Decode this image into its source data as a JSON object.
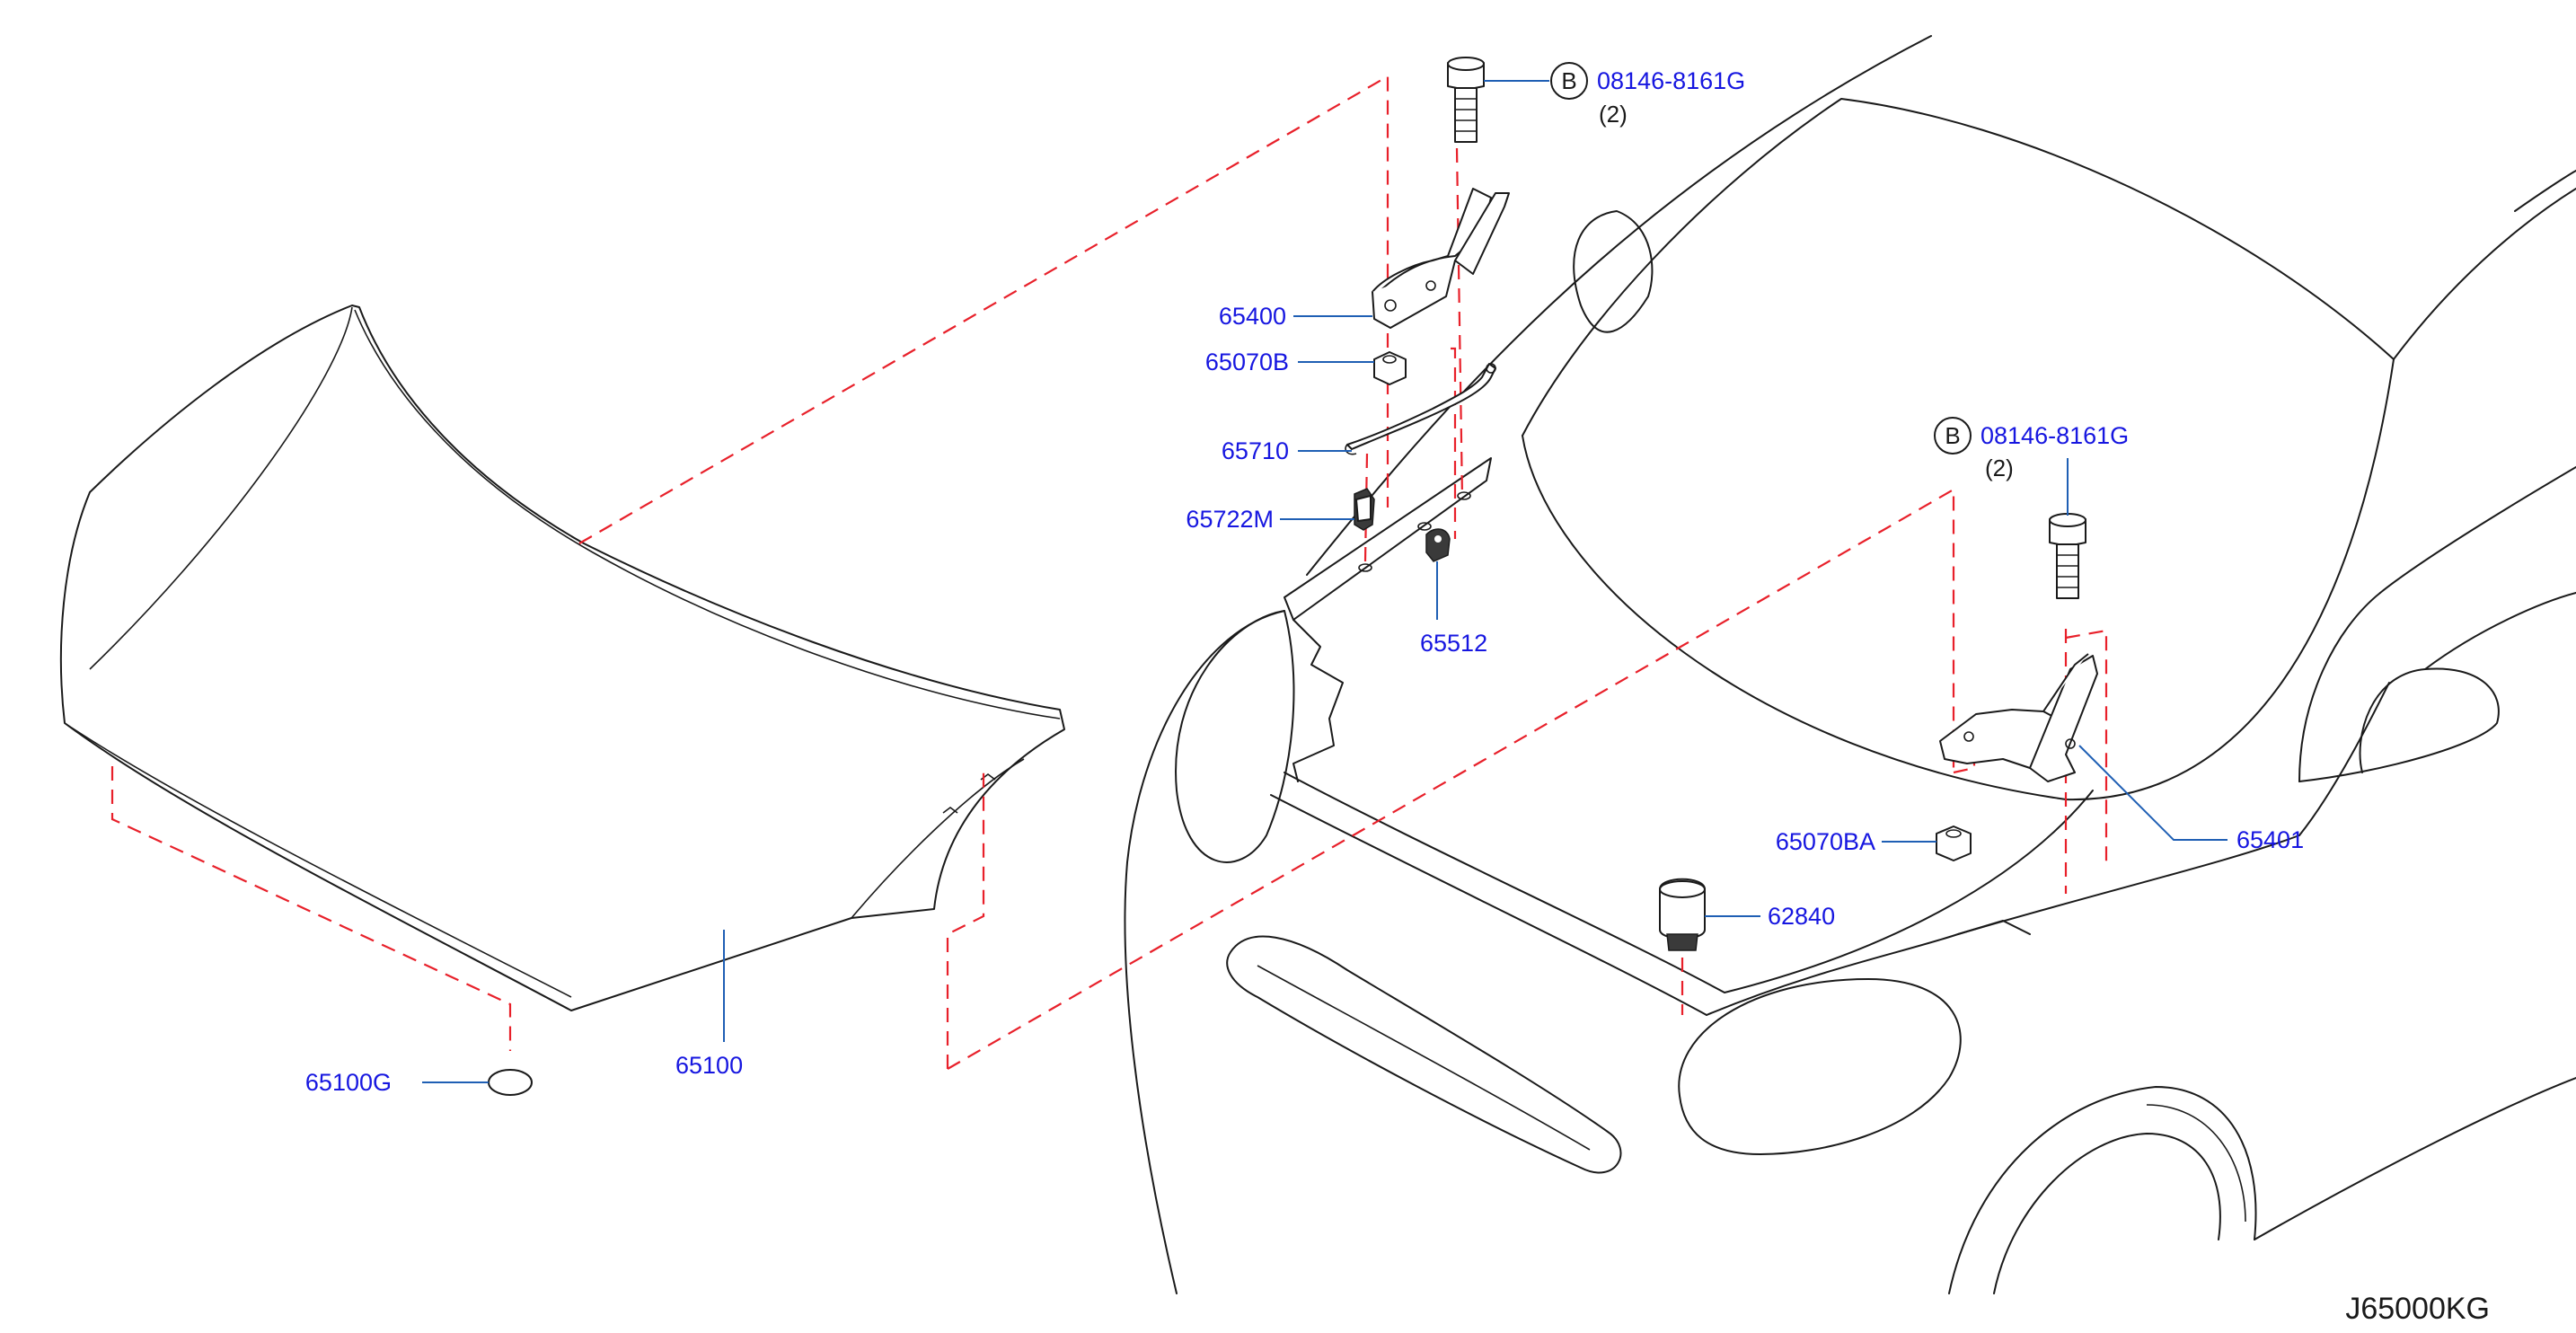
{
  "diagram_code": "J65000KG",
  "bolt_badge": "B",
  "callouts": [
    {
      "id": "bolt_top",
      "part_no": "08146-8161G",
      "qty": "(2)"
    },
    {
      "id": "hinge_left",
      "part_no": "65400"
    },
    {
      "id": "nut_left",
      "part_no": "65070B"
    },
    {
      "id": "support_rod",
      "part_no": "65710"
    },
    {
      "id": "rod_clip",
      "part_no": "65722M"
    },
    {
      "id": "rod_holder",
      "part_no": "65512"
    },
    {
      "id": "bolt_right",
      "part_no": "08146-8161G",
      "qty": "(2)"
    },
    {
      "id": "nut_right",
      "part_no": "65070BA"
    },
    {
      "id": "hinge_right",
      "part_no": "65401"
    },
    {
      "id": "bumper_rubber",
      "part_no": "62840"
    },
    {
      "id": "hood_panel",
      "part_no": "65100"
    },
    {
      "id": "grommet",
      "part_no": "65100G"
    }
  ],
  "colors": {
    "part_number_text": "#1616e0",
    "leader_line": "#1f5fb4",
    "guide_dashed": "#e8202a",
    "outline": "#1a1a1a"
  }
}
